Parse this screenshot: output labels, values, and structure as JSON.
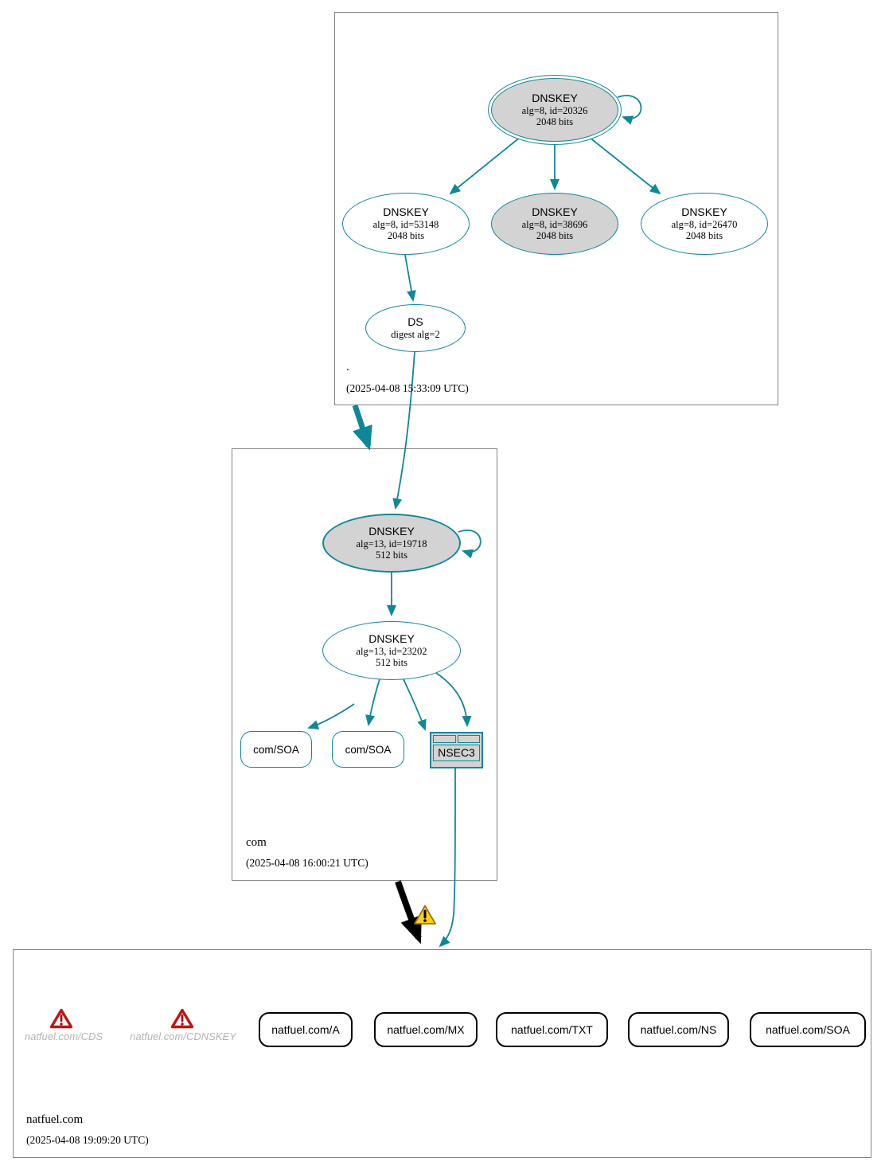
{
  "colors": {
    "secure": "#0e8799",
    "error": "#c21414",
    "warning": "#fcd116",
    "node_fill": "#d3d3d3"
  },
  "icons": {
    "warning": "warning-triangle-icon",
    "error": "error-triangle-icon",
    "self_loop": "self-signing-loop"
  },
  "zones": {
    "root": {
      "label": ".",
      "timestamp": "(2025-04-08 15:33:09 UTC)",
      "nodes": {
        "ksk": {
          "title": "DNSKEY",
          "alg": "alg=8, id=20326",
          "size": "2048 bits"
        },
        "zsk1": {
          "title": "DNSKEY",
          "alg": "alg=8, id=53148",
          "size": "2048 bits"
        },
        "zsk2": {
          "title": "DNSKEY",
          "alg": "alg=8, id=38696",
          "size": "2048 bits"
        },
        "zsk3": {
          "title": "DNSKEY",
          "alg": "alg=8, id=26470",
          "size": "2048 bits"
        },
        "ds": {
          "title": "DS",
          "detail": "digest alg=2"
        }
      }
    },
    "com": {
      "label": "com",
      "timestamp": "(2025-04-08 16:00:21 UTC)",
      "nodes": {
        "ksk": {
          "title": "DNSKEY",
          "alg": "alg=13, id=19718",
          "size": "512 bits"
        },
        "zsk": {
          "title": "DNSKEY",
          "alg": "alg=13, id=23202",
          "size": "512 bits"
        },
        "soa1": {
          "label": "com/SOA"
        },
        "soa2": {
          "label": "com/SOA"
        },
        "nsec3": {
          "label": "NSEC3"
        }
      }
    },
    "natfuel": {
      "label": "natfuel.com",
      "timestamp": "(2025-04-08 19:09:20 UTC)",
      "nodes": {
        "cds": {
          "label": "natfuel.com/CDS"
        },
        "cdnskey": {
          "label": "natfuel.com/CDNSKEY"
        },
        "a": {
          "label": "natfuel.com/A"
        },
        "mx": {
          "label": "natfuel.com/MX"
        },
        "txt": {
          "label": "natfuel.com/TXT"
        },
        "ns": {
          "label": "natfuel.com/NS"
        },
        "soa": {
          "label": "natfuel.com/SOA"
        }
      }
    }
  }
}
